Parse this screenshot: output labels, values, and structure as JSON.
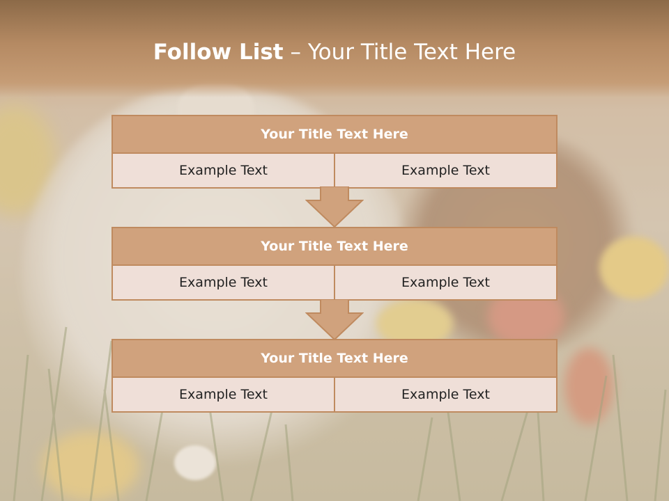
{
  "slide": {
    "title_bold": "Follow List",
    "title_rest": " – Your Title Text Here"
  },
  "blocks": [
    {
      "title": "Your Title Text Here",
      "left": "Example Text",
      "right": "Example Text"
    },
    {
      "title": "Your Title Text Here",
      "left": "Example Text",
      "right": "Example Text"
    },
    {
      "title": "Your Title Text Here",
      "left": "Example Text",
      "right": "Example Text"
    }
  ],
  "colors": {
    "header_fill": "#d0a27d",
    "border": "#bf8a5f",
    "cell_fill": "#efdfd8",
    "title_text": "#ffffff"
  },
  "background": {
    "icon": "easter-bunny-photo"
  },
  "arrows": {
    "icon": "down-arrow-icon"
  }
}
